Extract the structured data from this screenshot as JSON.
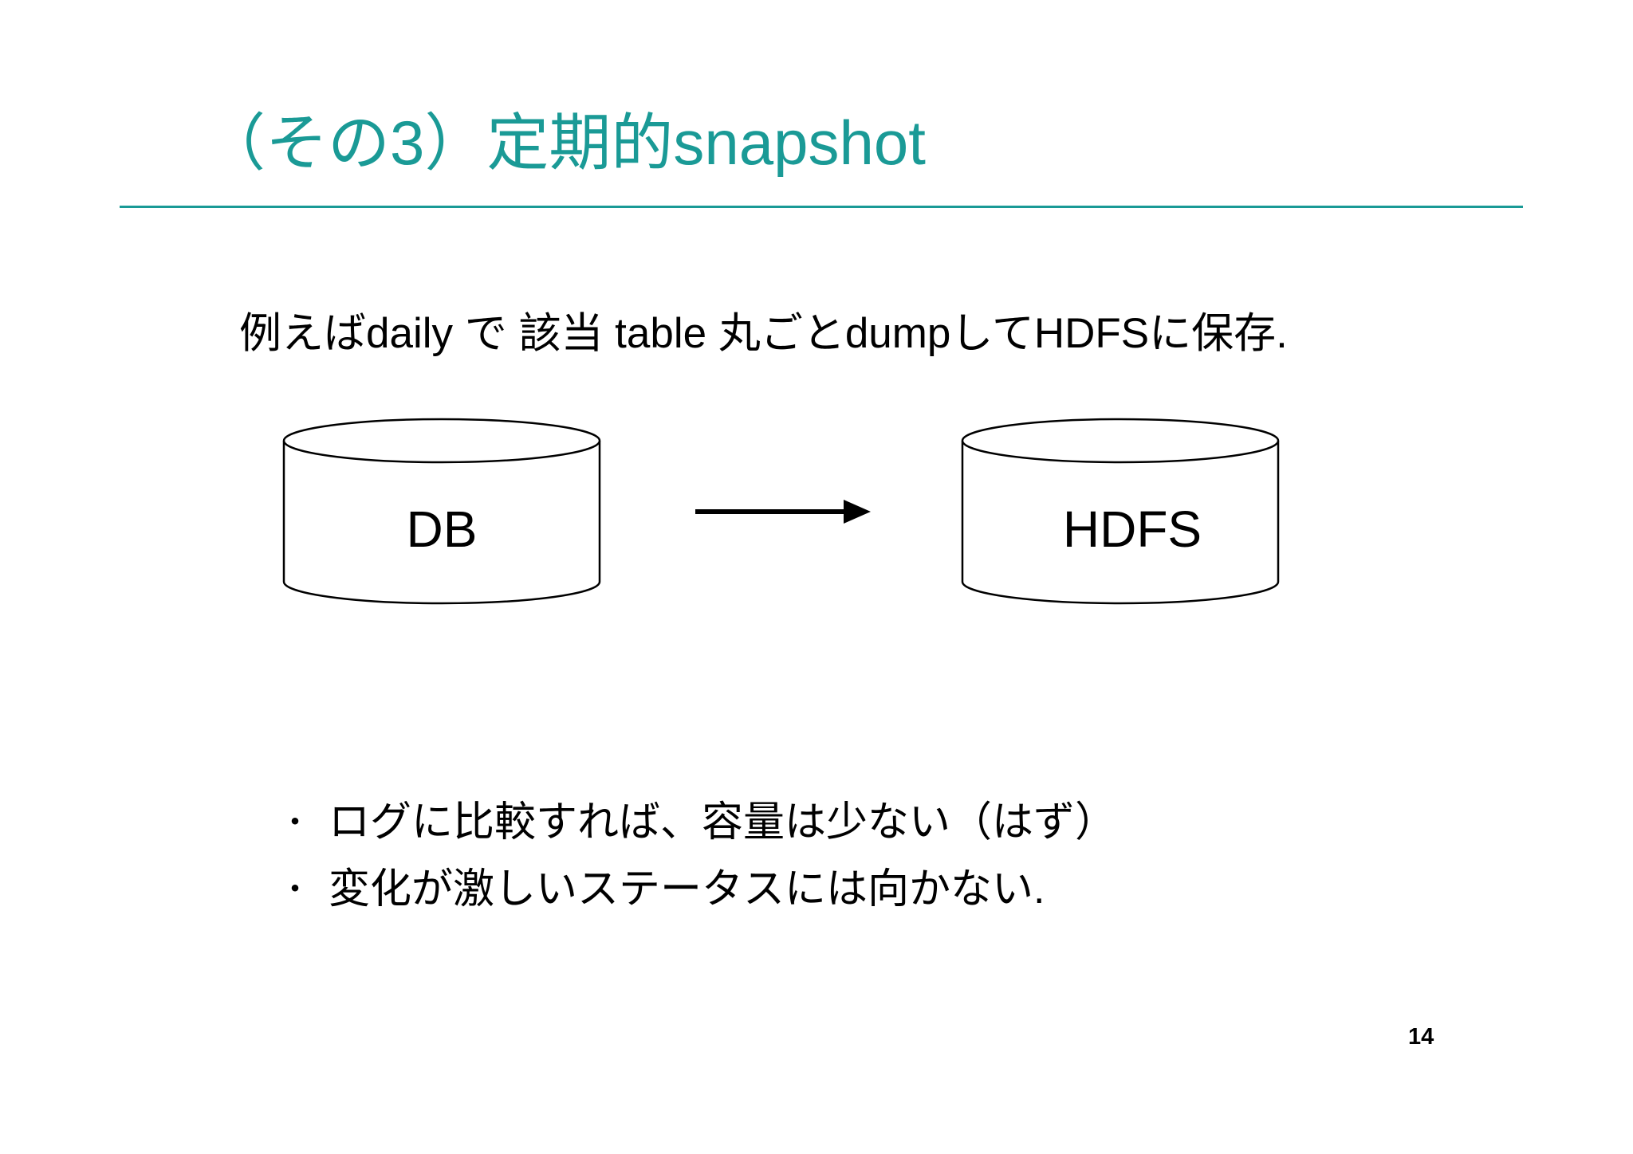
{
  "slide": {
    "title": "（その3）定期的snapshot",
    "lead": "例えばdaily で 該当 table 丸ごとdumpしてHDFSに保存.",
    "diagram": {
      "source_label": "DB",
      "target_label": "HDFS"
    },
    "bullets": [
      "ログに比較すれば、容量は少ない（はず）",
      "変化が激しいステータスには向かない."
    ],
    "bullet_marker": "・",
    "page_number": "14"
  },
  "colors": {
    "accent": "#1a9a96",
    "text": "#000000",
    "background": "#ffffff"
  }
}
